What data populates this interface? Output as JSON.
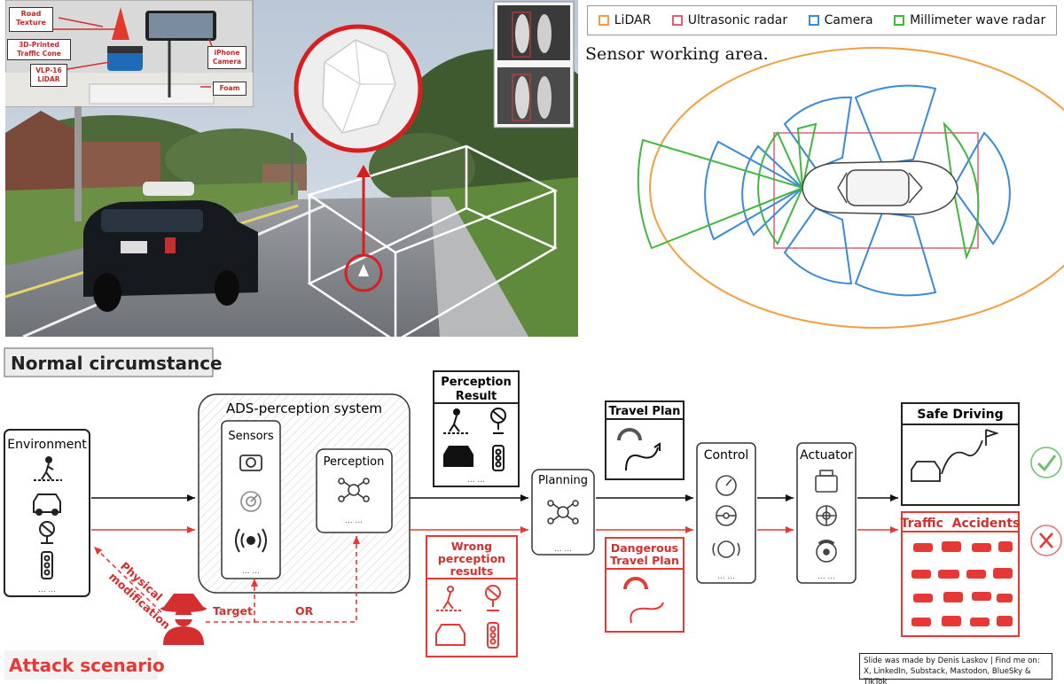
{
  "photo": {
    "inset_labels": {
      "road_texture": "Road Texture",
      "traffic_cone": "3D-Printed Traffic Cone",
      "lidar": "VLP-16 LiDAR",
      "iphone": "iPhone Camera",
      "foam": "Foam"
    }
  },
  "sensor_legend": {
    "items": [
      {
        "label": "LiDAR",
        "color": "#f0a040"
      },
      {
        "label": "Ultrasonic radar",
        "color": "#e06070"
      },
      {
        "label": "Camera",
        "color": "#3a8ad8"
      },
      {
        "label": "Millimeter wave radar",
        "color": "#40b840"
      }
    ],
    "area_title": "Sensor working area."
  },
  "diagram": {
    "normal_title": "Normal circumstance",
    "attack_title": "Attack scenario",
    "environment": "Environment",
    "ads_system": "ADS-perception system",
    "sensors": "Sensors",
    "perception": "Perception",
    "perception_result": "Perception Result",
    "wrong_perception": "Wrong perception results",
    "planning": "Planning",
    "travel_plan": "Travel Plan",
    "dangerous_plan": "Dangerous Travel Plan",
    "control": "Control",
    "actuator": "Actuator",
    "safe_driving": "Safe Driving",
    "traffic_accidents": "Traffic  Accidents",
    "physical_modification": "Physical modification",
    "target": "Target",
    "or": "OR",
    "ellipsis": "... ..."
  },
  "credit": {
    "line1": "Slide was made by Denis Laskov | Find me on:",
    "line2": "X, LinkedIn, Substack, Mastodon, BlueSky & TikTok"
  }
}
